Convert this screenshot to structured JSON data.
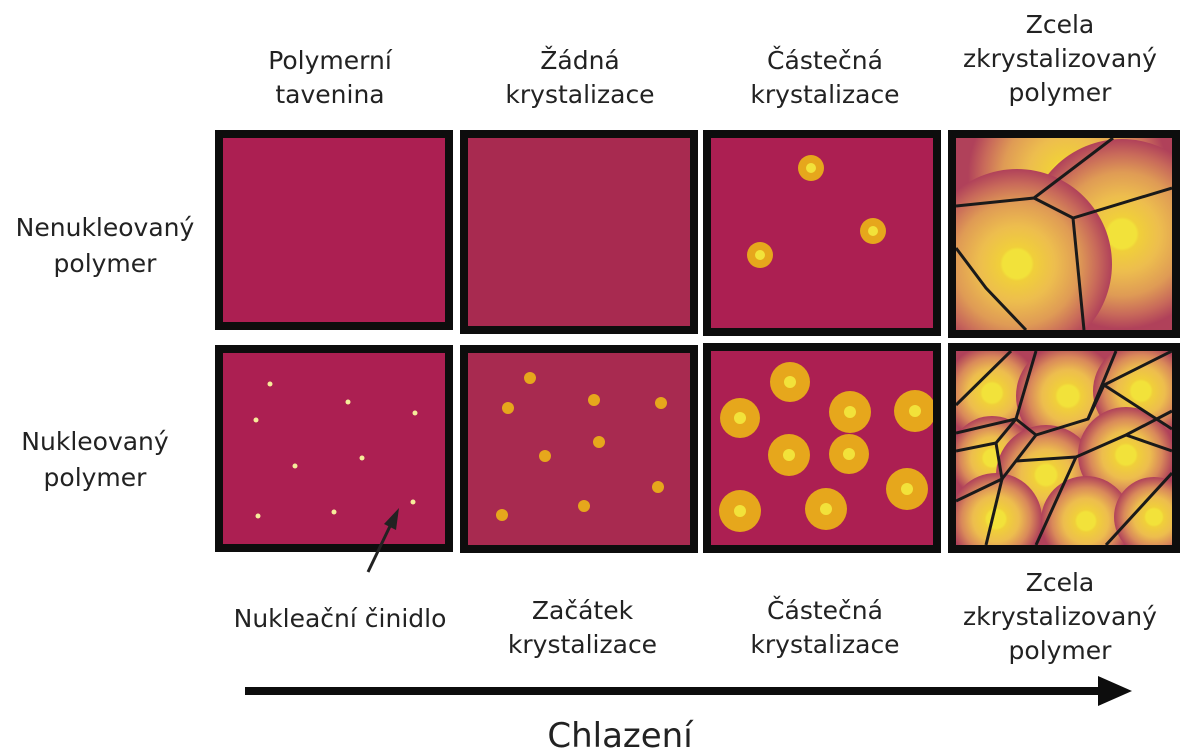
{
  "columns_top": [
    "Polymerní\ntavenina",
    "Žádná\nkrystalizace",
    "Částečná\nkrystalizace",
    "Zcela\nzkrystalizovaný\npolymer"
  ],
  "rows": [
    "Nenukleovaný\npolymer",
    "Nukleovaný\npolymer"
  ],
  "columns_bottom": [
    "Nukleační činidlo",
    "Začátek\nkrystalizace",
    "Částečná\nkrystalizace",
    "Zcela\nzkrystalizovaný\npolymer"
  ],
  "axis_label": "Chlazení",
  "colors": {
    "melt": "#ac1f52",
    "no_cryst": "#a82a50",
    "crystal_outer": "#e6a71c",
    "crystal_inner": "#f2e23a",
    "border": "#0d0d0d"
  }
}
